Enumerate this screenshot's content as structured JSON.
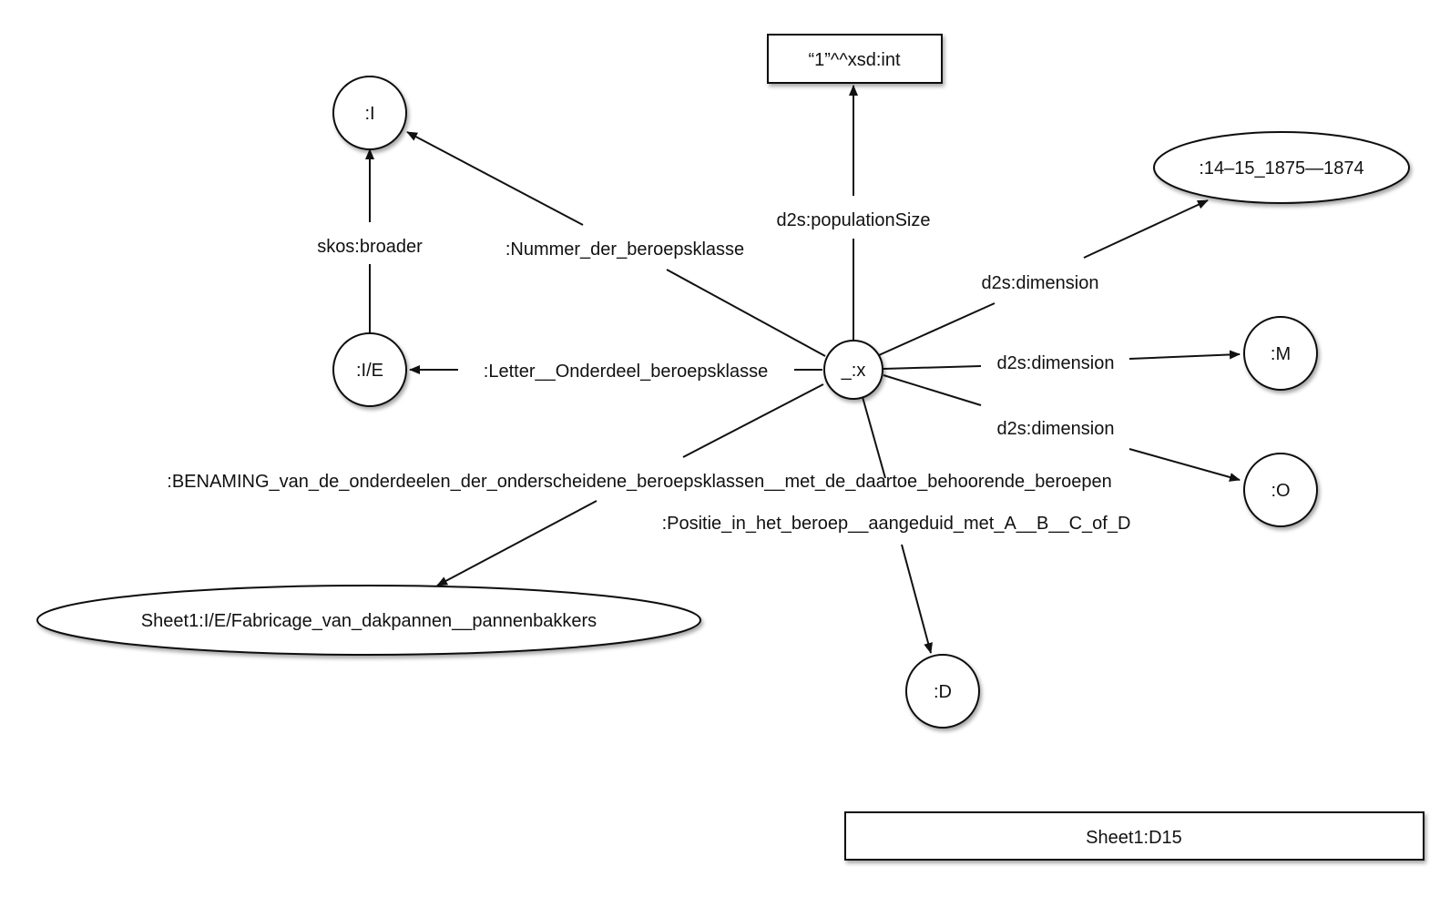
{
  "nodes": {
    "int_literal": "“1”^^xsd:int",
    "I": ":I",
    "time": ":14–15_1875—1874",
    "IE": ":I/E",
    "x": "_:x",
    "M": ":M",
    "O": ":O",
    "sheet_label": "Sheet1:I/E/Fabricage_van_dakpannen__pannenbakkers",
    "D": ":D",
    "source": "Sheet1:D15"
  },
  "edges": {
    "population_size": "d2s:populationSize",
    "broader": "skos:broader",
    "nummer": ":Nummer_der_beroepsklasse",
    "letter": ":Letter__Onderdeel_beroepsklasse",
    "dimension_time": "d2s:dimension",
    "dimension_m": "d2s:dimension",
    "dimension_o": "d2s:dimension",
    "benaming": ":BENAMING_van_de_onderdeelen_der_onderscheidene_beroepsklassen__met_de_daartoe_behoorende_beroepen",
    "positie": ":Positie_in_het_beroep__aangeduid_met_A__B__C_of_D"
  }
}
